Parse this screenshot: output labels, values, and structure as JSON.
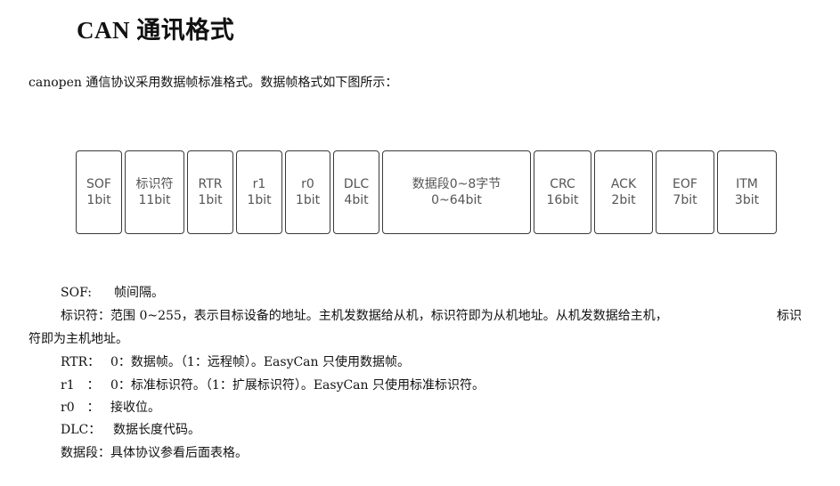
{
  "title": "CAN 通讯格式",
  "intro": "canopen 通信协议采用数据帧标准格式。数据帧格式如下图所示：",
  "fields": [
    {
      "name": "SOF",
      "bits": "1bit"
    },
    {
      "name": "标识符",
      "bits": "11bit"
    },
    {
      "name": "RTR",
      "bits": "1bit"
    },
    {
      "name": "r1",
      "bits": "1bit"
    },
    {
      "name": "r0",
      "bits": "1bit"
    },
    {
      "name": "DLC",
      "bits": "4bit"
    },
    {
      "name": "数据段0~8字节",
      "bits": "0~64bit"
    },
    {
      "name": "CRC",
      "bits": "16bit"
    },
    {
      "name": "ACK",
      "bits": "2bit"
    },
    {
      "name": "EOF",
      "bits": "7bit"
    },
    {
      "name": "ITM",
      "bits": "3bit"
    }
  ],
  "defs": {
    "sof_term": "SOF:",
    "sof_desc": "帧间隔。",
    "id_line1": "标识符：范围 0~255，表示目标设备的地址。主机发数据给从机，标识符即为从机地址。从机发数据给主机，",
    "id_line1_tail": "标识",
    "id_line2": "符即为主机地址。",
    "rtr_term": "RTR：",
    "rtr_desc": "0：数据帧。（1：远程帧）。EasyCan 只使用数据帧。",
    "r1_term": "r1　：",
    "r1_desc": "0：标准标识符。（1：扩展标识符）。EasyCan 只使用标准标识符。",
    "r0_term": "r0　：",
    "r0_desc": "接收位。",
    "dlc_term": "DLC：",
    "dlc_desc": "数据长度代码。",
    "data_line": "数据段：具体协议参看后面表格。"
  }
}
